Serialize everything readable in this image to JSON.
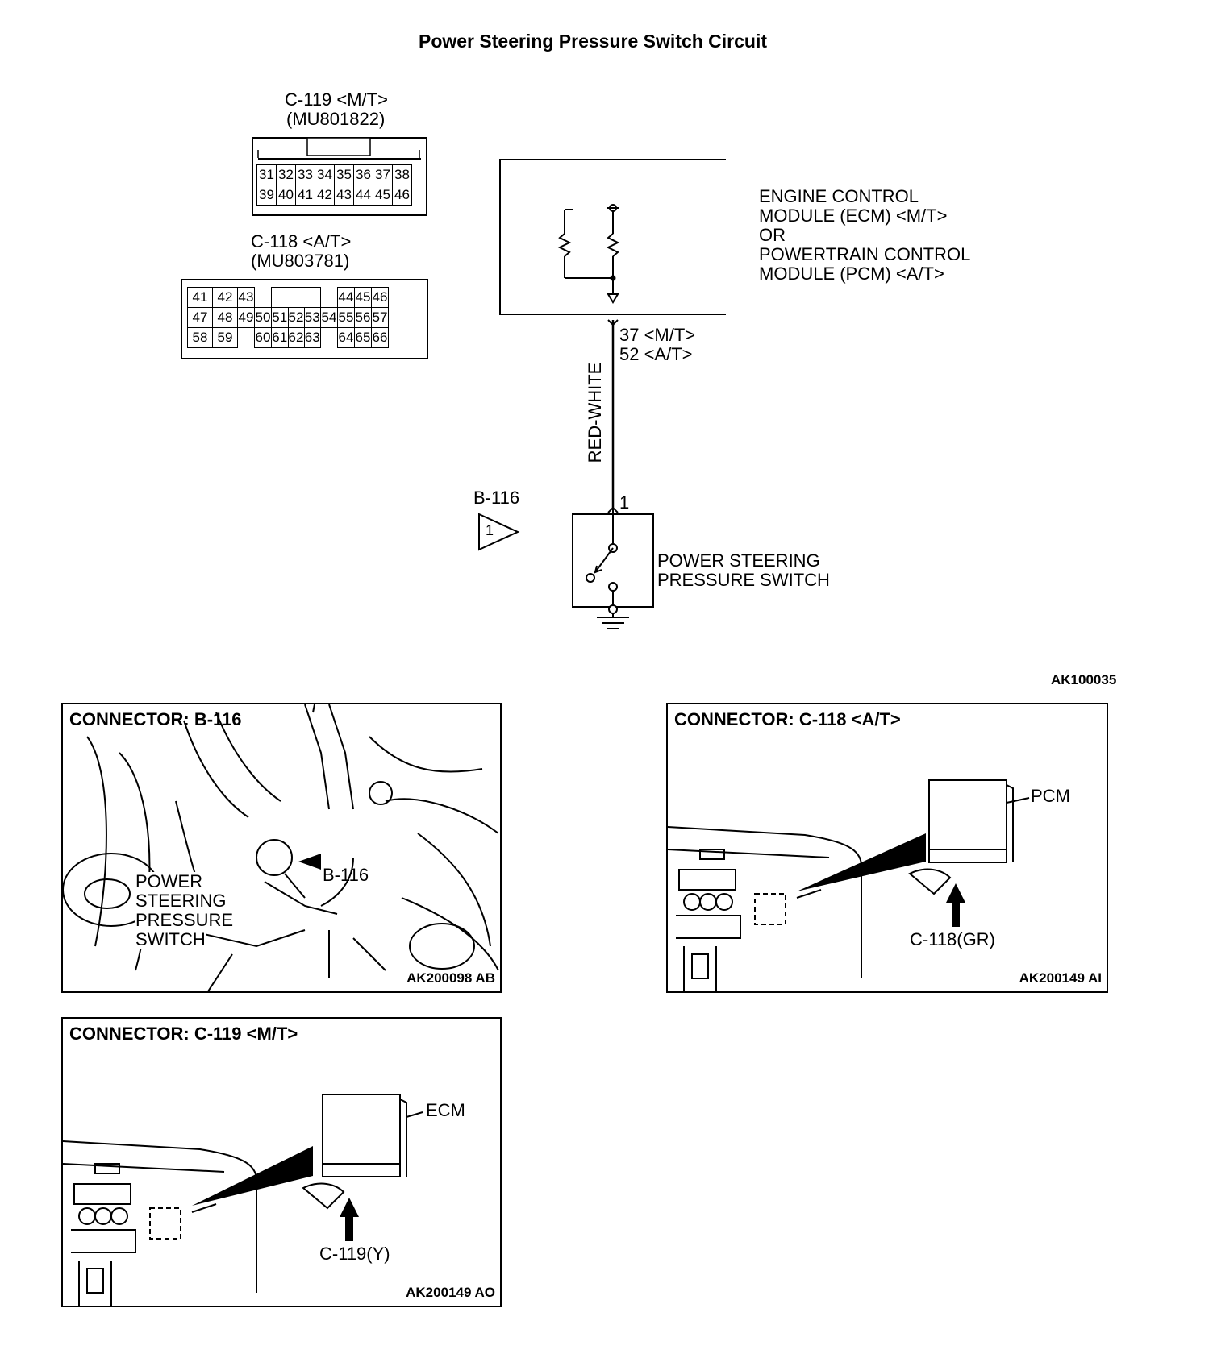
{
  "title": "Power Steering Pressure Switch Circuit",
  "connector_c119": {
    "name": "C-119 <M/T>",
    "part": "(MU801822)",
    "row1": [
      "31",
      "32",
      "33",
      "34",
      "35",
      "36",
      "37",
      "38"
    ],
    "row2": [
      "39",
      "40",
      "41",
      "42",
      "43",
      "44",
      "45",
      "46"
    ]
  },
  "connector_c118": {
    "name": "C-118 <A/T>",
    "part": "(MU803781)",
    "rows": [
      [
        "41",
        "42",
        "43",
        "",
        "",
        "",
        "",
        "",
        "44",
        "45",
        "46"
      ],
      [
        "47",
        "48",
        "49",
        "50",
        "51",
        "52",
        "53",
        "54",
        "55",
        "56",
        "57"
      ],
      [
        "58",
        "59",
        "",
        "60",
        "61",
        "62",
        "63",
        "",
        "64",
        "65",
        "66"
      ]
    ]
  },
  "ecm": {
    "line1": "ENGINE CONTROL",
    "line2": "MODULE (ECM) <M/T>",
    "line3": "OR",
    "line4": "POWERTRAIN CONTROL",
    "line5": "MODULE (PCM) <A/T>"
  },
  "pins": {
    "mt": "37 <M/T>",
    "at": "52 <A/T>",
    "switch": "1"
  },
  "wire_color": "RED-WHITE",
  "b116": {
    "name": "B-116",
    "marker": "1"
  },
  "switch": {
    "line1": "POWER STEERING",
    "line2": "PRESSURE SWITCH"
  },
  "figure_code": "AK100035",
  "panels": {
    "b116": {
      "title": "CONNECTOR: B-116",
      "label1": "POWER",
      "label2": "STEERING",
      "label3": "PRESSURE",
      "label4": "SWITCH",
      "callout": "B-116",
      "code": "AK200098 AB"
    },
    "c118": {
      "title": "CONNECTOR: C-118 <A/T>",
      "module": "PCM",
      "callout": "C-118(GR)",
      "code": "AK200149 AI"
    },
    "c119": {
      "title": "CONNECTOR: C-119 <M/T>",
      "module": "ECM",
      "callout": "C-119(Y)",
      "code": "AK200149 AO"
    }
  }
}
